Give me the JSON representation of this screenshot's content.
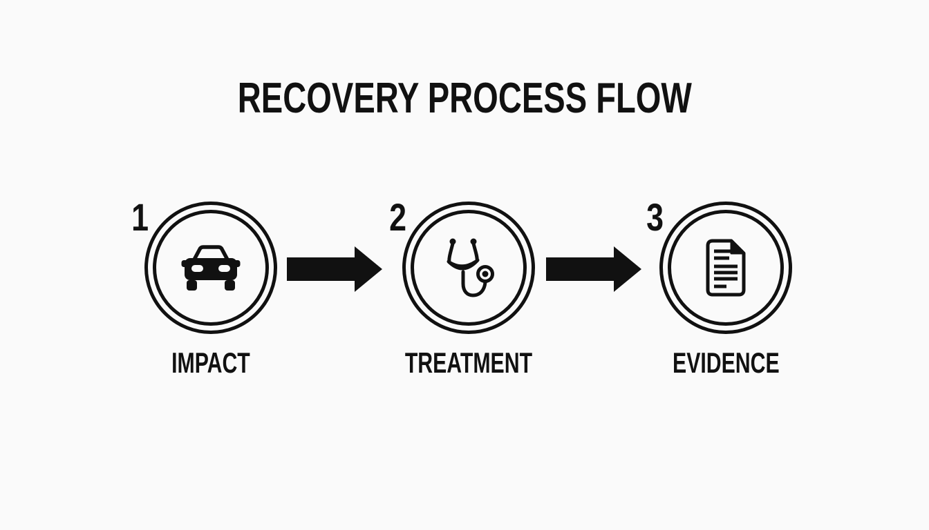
{
  "title": "RECOVERY PROCESS FLOW",
  "steps": [
    {
      "number": "1",
      "label": "IMPACT",
      "icon": "car-icon"
    },
    {
      "number": "2",
      "label": "TREATMENT",
      "icon": "stethoscope-icon"
    },
    {
      "number": "3",
      "label": "EVIDENCE",
      "icon": "document-icon"
    }
  ],
  "colors": {
    "background": "#fafafa",
    "ink": "#111111"
  }
}
